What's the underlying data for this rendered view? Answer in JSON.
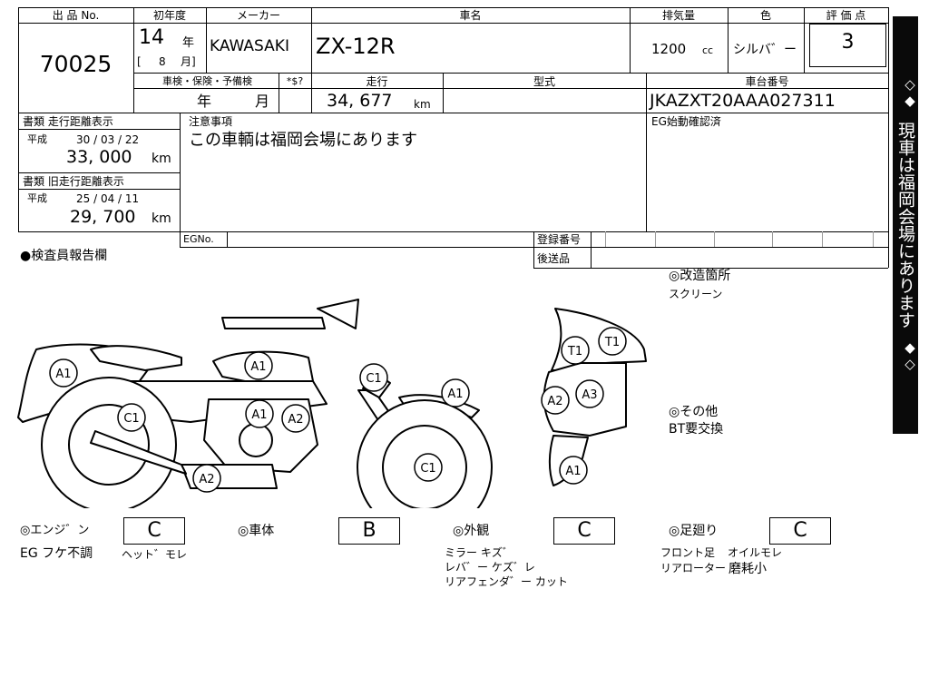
{
  "header": {
    "lot_no_label": "出 品 No.",
    "lot_no": "70025",
    "first_year_label": "初年度",
    "year": "14",
    "year_unit": "年",
    "month_bracket_open": "[",
    "month": "8",
    "month_unit": "月]",
    "maker_label": "メーカー",
    "maker": "KAWASAKI",
    "model_label": "車名",
    "model": "ZX-12R",
    "displacement_label": "排気量",
    "displacement": "1200",
    "displacement_unit": "cc",
    "color_label": "色",
    "color": "シルバ゛ー",
    "score_label": "評 価 点",
    "score": "3"
  },
  "row2": {
    "inspection_label": "車検・保険・予備検",
    "price_label": "*$?",
    "mileage_label": "走行",
    "type_label": "型式",
    "chassis_label": "車台番号",
    "inspection_year_unit": "年",
    "inspection_month_unit": "月",
    "mileage": "34, 677",
    "mileage_unit": "km",
    "chassis_no": "JKAZXT20AAA027311"
  },
  "docs": {
    "doc1_label": "書類 走行距離表示",
    "doc1_era": "平成",
    "doc1_date": "30 / 03 / 22",
    "doc1_km": "33, 000",
    "doc1_unit": "km",
    "doc2_label": "書類 旧走行距離表示",
    "doc2_era": "平成",
    "doc2_date": "25 / 04 / 11",
    "doc2_km": "29, 700",
    "doc2_unit": "km"
  },
  "notes": {
    "label": "注意事項",
    "text": "この車輌は福岡会場にあります",
    "eg_start_label": "EG始動確認済"
  },
  "reg": {
    "egno_label": "EGNo.",
    "reg_no_label": "登録番号",
    "delivery_label": "後送品"
  },
  "inspector": {
    "label": "●検査員報告欄",
    "mod_title": "◎改造箇所",
    "mod_item": "スクリーン",
    "other_title": "◎その他",
    "other_item": "BT要交換"
  },
  "diagram_marks": {
    "rear_seat": "A1",
    "tank": "A1",
    "fork": "C1",
    "front_fender": "A1",
    "frame": "C1",
    "engine_left": "A1",
    "engine_right": "A2",
    "front_wheel": "C1",
    "muffler": "A2",
    "cowl_upper_left": "T1",
    "cowl_upper_right": "T1",
    "cowl_mid_left": "A2",
    "cowl_mid_right": "A3",
    "cowl_lower": "A1"
  },
  "grades": {
    "engine_label": "◎エンジ゛ン",
    "engine_grade": "C",
    "body_label": "◎車体",
    "body_grade": "B",
    "exterior_label": "◎外観",
    "exterior_grade": "C",
    "suspension_label": "◎足廻り",
    "suspension_grade": "C"
  },
  "comments": {
    "engine_1": "EG フケ不調",
    "engine_2": "ヘット゛モレ",
    "exterior_1": "ミラー キズ゛",
    "exterior_2": "レバ゛ー ケズ゛レ",
    "exterior_3": "リアフェンダ゛ー カット",
    "suspension_1a": "フロント足",
    "suspension_1b": "オイルモレ",
    "suspension_2a": "リアローター",
    "suspension_2b": "磨耗小"
  },
  "sidebar": {
    "top_symbols": "◇◆",
    "text": "現車は福岡会場にあります",
    "bottom_symbols": "◆◇"
  }
}
